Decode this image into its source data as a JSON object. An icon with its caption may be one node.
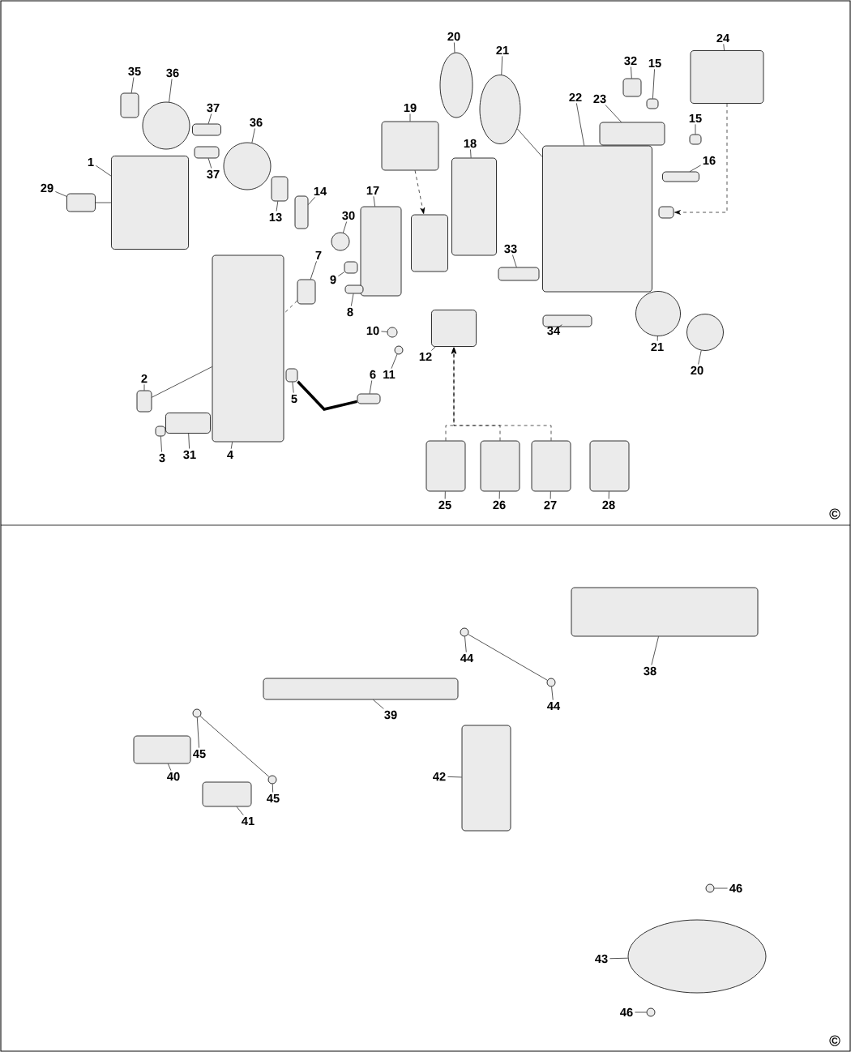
{
  "diagram": {
    "nodes": [
      {
        "text": [
          "35"
        ]
      },
      {
        "text": [],
        "shape": "box"
      },
      {
        "text": [
          "36"
        ]
      },
      {
        "text": [],
        "shape": "circle"
      },
      {
        "text": [
          "37"
        ]
      },
      {
        "text": [],
        "shape": "box"
      },
      {
        "text": [
          "36"
        ]
      },
      {
        "text": [],
        "shape": "circle"
      },
      {
        "text": [
          "37"
        ]
      },
      {
        "text": [],
        "shape": "box"
      },
      {
        "text": [
          "1"
        ]
      },
      {
        "text": [],
        "shape": "box"
      },
      {
        "text": [
          "29"
        ]
      },
      {
        "text": [],
        "shape": "box"
      },
      {
        "text": [
          "13"
        ]
      },
      {
        "text": [],
        "shape": "box"
      },
      {
        "text": [
          "14"
        ]
      },
      {
        "text": [],
        "shape": "box"
      },
      {
        "text": [
          "30"
        ]
      },
      {
        "text": [],
        "shape": "circle"
      },
      {
        "text": [
          "17"
        ]
      },
      {
        "text": [],
        "shape": "box"
      },
      {
        "text": [
          "19"
        ]
      },
      {
        "text": [],
        "shape": "box"
      },
      {
        "text": [
          "20"
        ]
      },
      {
        "text": [],
        "shape": "ellipse"
      },
      {
        "text": [
          "21"
        ]
      },
      {
        "text": [],
        "shape": "ellipse"
      },
      {
        "text": [
          "18"
        ]
      },
      {
        "text": [],
        "shape": "box"
      },
      {
        "text": [
          "22"
        ]
      },
      {
        "text": [],
        "shape": "box"
      },
      {
        "text": [
          "23"
        ]
      },
      {
        "text": [],
        "shape": "box"
      },
      {
        "text": [
          "32"
        ]
      },
      {
        "text": [],
        "shape": "box"
      },
      {
        "text": [
          "15"
        ]
      },
      {
        "text": [],
        "shape": "box"
      },
      {
        "text": [
          "15"
        ]
      },
      {
        "text": [],
        "shape": "box"
      },
      {
        "text": [
          "24"
        ]
      },
      {
        "text": [],
        "shape": "box"
      },
      {
        "text": [
          "16"
        ]
      },
      {
        "text": [],
        "shape": "box"
      },
      {
        "text": [
          "33"
        ]
      },
      {
        "text": [],
        "shape": "box"
      },
      {
        "text": [
          "34"
        ]
      },
      {
        "text": [],
        "shape": "box"
      },
      {
        "text": [
          "7"
        ]
      },
      {
        "text": [],
        "shape": "box"
      },
      {
        "text": [
          "9"
        ]
      },
      {
        "text": [],
        "shape": "box"
      },
      {
        "text": [
          "8"
        ]
      },
      {
        "text": [],
        "shape": "box"
      },
      {
        "text": [
          "10"
        ]
      },
      {
        "text": [],
        "shape": "circle"
      },
      {
        "text": [
          "11"
        ]
      },
      {
        "text": [],
        "shape": "circle"
      },
      {
        "text": [
          "12"
        ]
      },
      {
        "text": [],
        "shape": "box"
      },
      {
        "text": [
          "6"
        ]
      },
      {
        "text": [],
        "shape": "box"
      },
      {
        "text": [
          "5"
        ]
      },
      {
        "text": [],
        "shape": "box"
      },
      {
        "text": [
          "2"
        ]
      },
      {
        "text": [],
        "shape": "box"
      },
      {
        "text": [
          "3"
        ]
      },
      {
        "text": [],
        "shape": "box"
      },
      {
        "text": [
          "31"
        ]
      },
      {
        "text": [],
        "shape": "box"
      },
      {
        "text": [
          "4"
        ]
      },
      {
        "text": [],
        "shape": "box"
      },
      {
        "text": [
          "25"
        ]
      },
      {
        "text": [],
        "shape": "box"
      },
      {
        "text": [
          "26"
        ]
      },
      {
        "text": [],
        "shape": "box"
      },
      {
        "text": [
          "27"
        ]
      },
      {
        "text": [],
        "shape": "box"
      },
      {
        "text": [
          "28"
        ]
      },
      {
        "text": [],
        "shape": "box"
      },
      {
        "text": [
          "21"
        ]
      },
      {
        "text": [],
        "shape": "circle"
      },
      {
        "text": [
          "20"
        ]
      },
      {
        "text": [],
        "shape": "circle"
      },
      {
        "text": [
          "38"
        ]
      },
      {
        "text": [],
        "shape": "box"
      },
      {
        "text": [
          "44"
        ]
      },
      {
        "text": [],
        "shape": "circle"
      },
      {
        "text": [
          "44"
        ]
      },
      {
        "text": [],
        "shape": "circle"
      },
      {
        "text": [
          "39"
        ]
      },
      {
        "text": [],
        "shape": "box"
      },
      {
        "text": [
          "45"
        ]
      },
      {
        "text": [],
        "shape": "circle"
      },
      {
        "text": [
          "45"
        ]
      },
      {
        "text": [],
        "shape": "circle"
      },
      {
        "text": [
          "40"
        ]
      },
      {
        "text": [],
        "shape": "box"
      },
      {
        "text": [
          "41"
        ]
      },
      {
        "text": [],
        "shape": "box"
      },
      {
        "text": [
          "42"
        ]
      },
      {
        "text": [],
        "shape": "box"
      },
      {
        "text": [
          "43"
        ]
      },
      {
        "text": [],
        "shape": "ellipse"
      },
      {
        "text": [
          "46"
        ]
      },
      {
        "text": [],
        "shape": "circle"
      },
      {
        "text": [
          "46"
        ]
      },
      {
        "text": [],
        "shape": "circle"
      },
      {
        "text": [],
        "shape": "box"
      },
      {
        "text": [],
        "shape": "box"
      }
    ],
    "edges": [
      {
        "from": 0,
        "to": 1,
        "arrow": "none"
      },
      {
        "from": 2,
        "to": 3,
        "arrow": "none"
      },
      {
        "from": 4,
        "to": 5,
        "arrow": "none"
      },
      {
        "from": 6,
        "to": 7,
        "arrow": "none"
      },
      {
        "from": 8,
        "to": 9,
        "arrow": "none"
      },
      {
        "from": 10,
        "to": 11,
        "arrow": "none"
      },
      {
        "from": 12,
        "to": 13,
        "arrow": "none"
      },
      {
        "from": 14,
        "to": 15,
        "arrow": "none"
      },
      {
        "from": 16,
        "to": 17,
        "arrow": "none"
      },
      {
        "from": 18,
        "to": 19,
        "arrow": "none"
      },
      {
        "from": 20,
        "to": 21,
        "arrow": "none"
      },
      {
        "from": 22,
        "to": 23,
        "arrow": "none"
      },
      {
        "from": 24,
        "to": 25,
        "arrow": "none"
      },
      {
        "from": 26,
        "to": 27,
        "arrow": "none"
      },
      {
        "from": 28,
        "to": 29,
        "arrow": "none"
      },
      {
        "from": 30,
        "to": 31,
        "arrow": "none"
      },
      {
        "from": 32,
        "to": 33,
        "arrow": "none"
      },
      {
        "from": 34,
        "to": 35,
        "arrow": "none"
      },
      {
        "from": 36,
        "to": 37,
        "arrow": "none"
      },
      {
        "from": 38,
        "to": 39,
        "arrow": "none"
      },
      {
        "from": 40,
        "to": 41,
        "arrow": "none"
      },
      {
        "from": 42,
        "to": 43,
        "arrow": "none"
      },
      {
        "from": 44,
        "to": 45,
        "arrow": "none"
      },
      {
        "from": 46,
        "to": 47,
        "arrow": "none"
      },
      {
        "from": 48,
        "to": 49,
        "arrow": "none"
      },
      {
        "from": 50,
        "to": 51,
        "arrow": "none"
      },
      {
        "from": 52,
        "to": 53,
        "arrow": "none"
      },
      {
        "from": 54,
        "to": 55,
        "arrow": "none"
      },
      {
        "from": 56,
        "to": 57,
        "arrow": "none"
      },
      {
        "from": 58,
        "to": 59,
        "arrow": "none"
      },
      {
        "from": 60,
        "to": 61,
        "arrow": "none"
      },
      {
        "from": 62,
        "to": 63,
        "arrow": "none"
      },
      {
        "from": 64,
        "to": 65,
        "arrow": "none"
      },
      {
        "from": 66,
        "to": 67,
        "arrow": "none"
      },
      {
        "from": 68,
        "to": 69,
        "arrow": "none"
      },
      {
        "from": 70,
        "to": 71,
        "arrow": "none"
      },
      {
        "from": 72,
        "to": 73,
        "arrow": "none"
      },
      {
        "from": 74,
        "to": 75,
        "arrow": "none"
      },
      {
        "from": 76,
        "to": 77,
        "arrow": "none"
      },
      {
        "from": 78,
        "to": 79,
        "arrow": "none"
      },
      {
        "from": 80,
        "to": 81,
        "arrow": "none"
      },
      {
        "from": 82,
        "to": 83,
        "arrow": "none"
      },
      {
        "from": 84,
        "to": 85,
        "arrow": "none"
      },
      {
        "from": 86,
        "to": 87,
        "arrow": "none"
      },
      {
        "from": 88,
        "to": 89,
        "arrow": "none"
      },
      {
        "from": 90,
        "to": 91,
        "arrow": "none"
      },
      {
        "from": 92,
        "to": 93,
        "arrow": "none"
      },
      {
        "from": 94,
        "to": 95,
        "arrow": "none"
      },
      {
        "from": 96,
        "to": 97,
        "arrow": "none"
      },
      {
        "from": 98,
        "to": 99,
        "arrow": "none"
      },
      {
        "from": 100,
        "to": 101,
        "arrow": "none"
      },
      {
        "from": 102,
        "to": 103,
        "arrow": "none"
      },
      {
        "from": 104,
        "to": 105,
        "arrow": "none"
      },
      {
        "from": 106,
        "to": 107,
        "arrow": "none"
      },
      {
        "from": 23,
        "to": 108,
        "arrow": "to",
        "style": "dashed"
      },
      {
        "from": 41,
        "to": 109,
        "arrow": "to",
        "style": "dashed"
      },
      {
        "from": 73,
        "to": 59,
        "arrow": "to",
        "style": "dashed"
      },
      {
        "from": 75,
        "to": 59,
        "arrow": "to",
        "style": "dashed"
      },
      {
        "from": 77,
        "to": 59,
        "arrow": "to",
        "style": "dashed"
      },
      {
        "from": 87,
        "to": 89,
        "arrow": "none"
      },
      {
        "from": 93,
        "to": 95,
        "arrow": "none"
      },
      {
        "from": 49,
        "to": 71,
        "arrow": "none",
        "style": "dashed"
      },
      {
        "from": 27,
        "to": 31,
        "arrow": "none"
      },
      {
        "from": 63,
        "to": 61,
        "arrow": "none",
        "style": "thick"
      },
      {
        "from": 13,
        "to": 11,
        "arrow": "none"
      },
      {
        "from": 65,
        "to": 71,
        "arrow": "none"
      }
    ],
    "labels": [
      "©",
      "©"
    ]
  }
}
